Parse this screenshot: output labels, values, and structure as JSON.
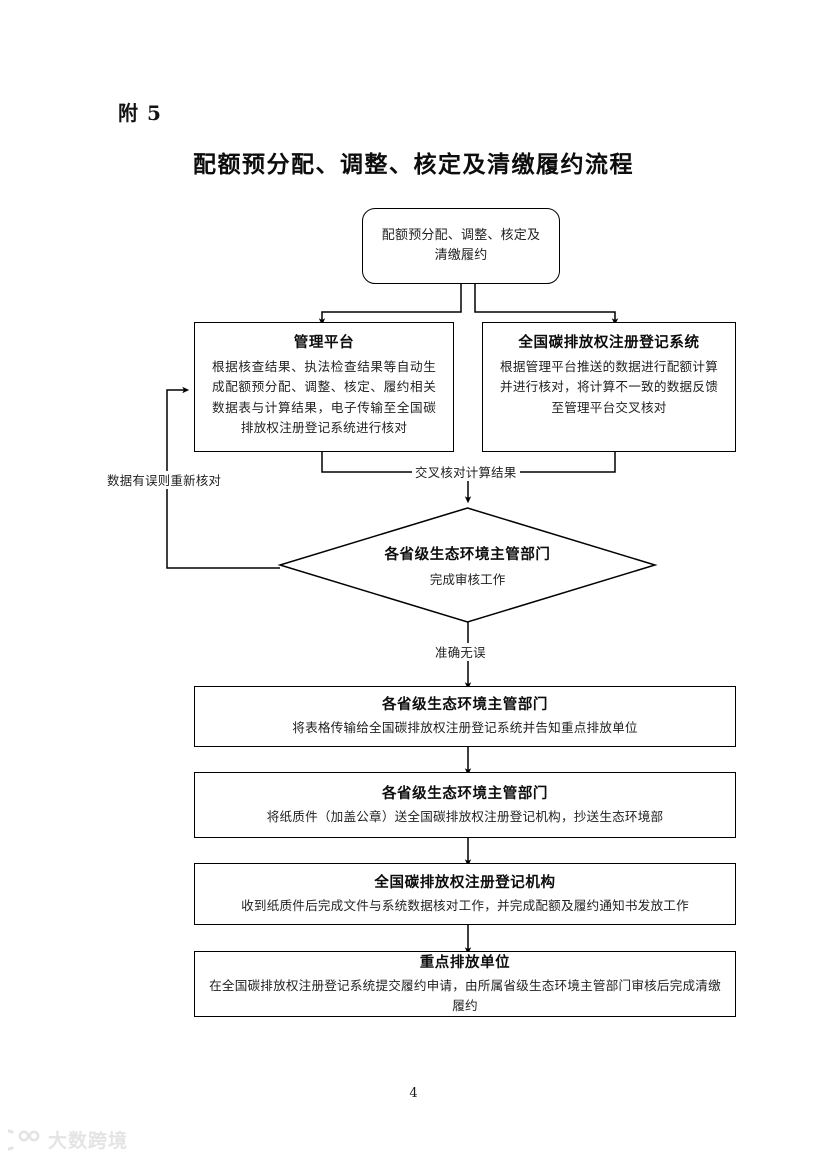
{
  "document": {
    "attachment_label": "附 5",
    "title": "配额预分配、调整、核定及清缴履约流程",
    "page_number": "4"
  },
  "watermark": {
    "text": "大数跨境",
    "logo_name": "dashu-kuajing-logo"
  },
  "flowchart": {
    "type": "flowchart",
    "orientation": "top-to-bottom",
    "nodes": [
      {
        "id": "start",
        "shape": "rounded-rectangle",
        "title": "",
        "body": "配额预分配、调整、核定及\n清缴履约",
        "body_line1": "配额预分配、调整、核定及",
        "body_line2": "清缴履约"
      },
      {
        "id": "platform",
        "shape": "rectangle",
        "title": "管理平台",
        "body": "根据核查结果、执法检查结果等自动生成配额预分配、调整、核定、履约相关数据表与计算结果，电子传输至全国碳排放权注册登记系统进行核对"
      },
      {
        "id": "registry-system",
        "shape": "rectangle",
        "title": "全国碳排放权注册登记系统",
        "body": "根据管理平台推送的数据进行配额计算并进行核对，将计算不一致的数据反馈至管理平台交叉核对"
      },
      {
        "id": "provincial-review",
        "shape": "diamond",
        "title": "各省级生态环境主管部门",
        "body": "完成审核工作"
      },
      {
        "id": "provincial-transfer",
        "shape": "rectangle",
        "title": "各省级生态环境主管部门",
        "body": "将表格传输给全国碳排放权注册登记系统并告知重点排放单位"
      },
      {
        "id": "provincial-paper",
        "shape": "rectangle",
        "title": "各省级生态环境主管部门",
        "body": "将纸质件（加盖公章）送全国碳排放权注册登记机构，抄送生态环境部"
      },
      {
        "id": "registry-agency",
        "shape": "rectangle",
        "title": "全国碳排放权注册登记机构",
        "body": "收到纸质件后完成文件与系统数据核对工作，并完成配额及履约通知书发放工作"
      },
      {
        "id": "key-emitter",
        "shape": "rectangle",
        "title": "重点排放单位",
        "body": "在全国碳排放权注册登记系统提交履约申请，由所属省级生态环境主管部门审核后完成清缴履约"
      }
    ],
    "edge_labels": {
      "cross_check": "交叉核对计算结果",
      "error_feedback": "数据有误则重新核对",
      "accurate": "准确无误"
    }
  }
}
